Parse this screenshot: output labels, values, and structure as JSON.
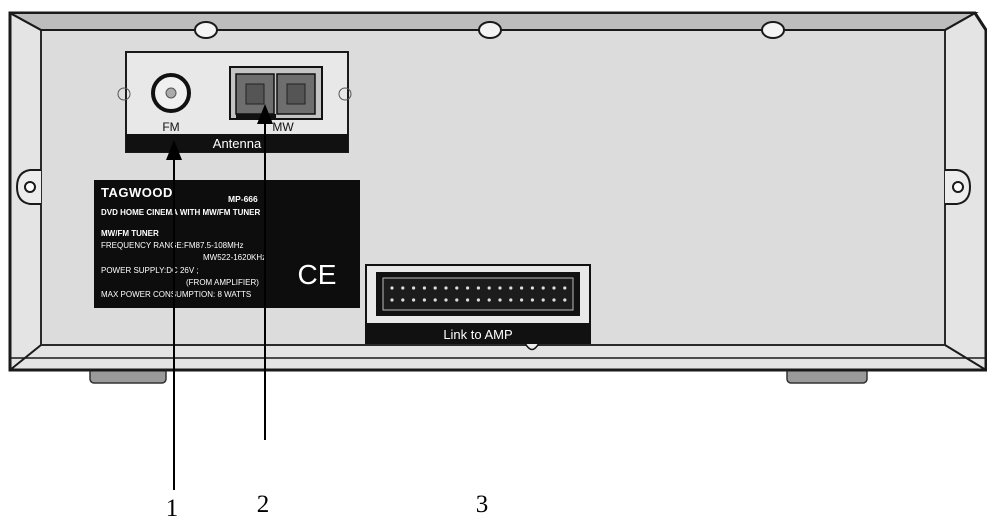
{
  "antenna_panel": {
    "fm_label": "FM",
    "mw_label": "MW",
    "title": "Antenna"
  },
  "spec_plate": {
    "brand": "TAGWOOD",
    "model": "MP-666",
    "product": "DVD HOME CINEMA WITH MW/FM TUNER",
    "section": "MW/FM TUNER",
    "freq_fm": "FREQUENCY RANGE:FM87.5-108MHz",
    "freq_mw": "MW522-1620KHz",
    "power_supply": "POWER SUPPLY:DC  26V ;",
    "power_source": "(FROM AMPLIFIER)",
    "max_power": "MAX POWER CONSUMPTION: 8 WATTS",
    "ce_mark": "CE"
  },
  "amp_connector": {
    "label": "Link to AMP"
  },
  "callouts": {
    "one": "1",
    "two": "2",
    "three": "3"
  }
}
